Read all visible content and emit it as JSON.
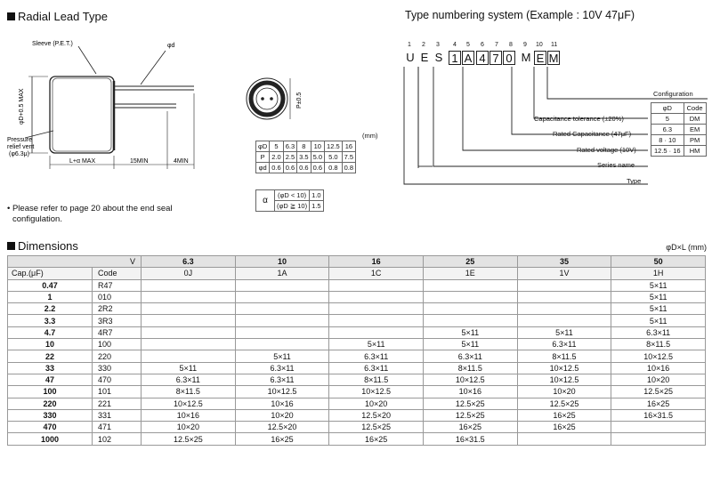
{
  "radial": {
    "title": "Radial Lead Type",
    "labels": {
      "sleeve": "Sleeve (P.E.T.)",
      "phid": "φd",
      "phiD": "φD+0.5 MAX",
      "pressure1": "Pressure",
      "pressure2": "relief vent",
      "pressure3": "(φ6.3μ)",
      "L": "L+α MAX",
      "lead15": "15MIN",
      "lead4": "4MIN",
      "pitchP": "P±0.5"
    },
    "note_line1": "• Please refer to page 20 about the end seal",
    "note_line2": "configulation."
  },
  "lead_spec": {
    "unit": "(mm)",
    "rows": [
      {
        "head": "φD",
        "cells": [
          "5",
          "6.3",
          "8",
          "10",
          "12.5",
          "16"
        ]
      },
      {
        "head": "P",
        "cells": [
          "2.0",
          "2.5",
          "3.5",
          "5.0",
          "5.0",
          "7.5"
        ]
      },
      {
        "head": "φd",
        "cells": [
          "0.6",
          "0.6",
          "0.6",
          "0.6",
          "0.8",
          "0.8"
        ]
      }
    ]
  },
  "alpha_spec": {
    "symbol": "α",
    "rows": [
      {
        "cond": "(φD < 10)",
        "value": "1.0"
      },
      {
        "cond": "(φD ≧ 10)",
        "value": "1.5"
      }
    ]
  },
  "type_numbering": {
    "title": "Type numbering system  (Example : 10V 47μF)",
    "digits": [
      "1",
      "2",
      "3",
      "4",
      "5",
      "6",
      "7",
      "8",
      "9",
      "10",
      "11"
    ],
    "chars": [
      "U",
      "E",
      "S",
      "1",
      "A",
      "4",
      "7",
      "0",
      "M",
      "E",
      "M"
    ],
    "labels": {
      "configuration": "Configuration",
      "tolerance": "Capacitance tolerance (±20%)",
      "rated_cap": "Rated Capacitance (47μF)",
      "rated_volt": "Rated voltage (10V)",
      "series": "Series name",
      "type": "Type"
    },
    "config_table": {
      "headers": [
        "φD",
        "Code"
      ],
      "rows": [
        [
          "5",
          "DM"
        ],
        [
          "6.3",
          "EM"
        ],
        [
          "8 · 10",
          "PM"
        ],
        [
          "12.5 · 16",
          "HM"
        ]
      ]
    }
  },
  "dimensions": {
    "title": "Dimensions",
    "unit": "φD×L (mm)",
    "corner_v": "V",
    "corner_cap": "Cap.(μF)",
    "corner_code": "Code",
    "voltages": [
      "6.3",
      "10",
      "16",
      "25",
      "35",
      "50"
    ],
    "volt_codes": [
      "0J",
      "1A",
      "1C",
      "1E",
      "1V",
      "1H"
    ],
    "rows": [
      {
        "cap": "0.47",
        "code": "R47",
        "cells": [
          "",
          "",
          "",
          "",
          "",
          "5×11"
        ]
      },
      {
        "cap": "1",
        "code": "010",
        "cells": [
          "",
          "",
          "",
          "",
          "",
          "5×11"
        ]
      },
      {
        "cap": "2.2",
        "code": "2R2",
        "cells": [
          "",
          "",
          "",
          "",
          "",
          "5×11"
        ]
      },
      {
        "cap": "3.3",
        "code": "3R3",
        "cells": [
          "",
          "",
          "",
          "",
          "",
          "5×11"
        ]
      },
      {
        "cap": "4.7",
        "code": "4R7",
        "cells": [
          "",
          "",
          "",
          "5×11",
          "5×11",
          "6.3×11"
        ]
      },
      {
        "cap": "10",
        "code": "100",
        "cells": [
          "",
          "",
          "5×11",
          "5×11",
          "6.3×11",
          "8×11.5"
        ]
      },
      {
        "cap": "22",
        "code": "220",
        "cells": [
          "",
          "5×11",
          "6.3×11",
          "6.3×11",
          "8×11.5",
          "10×12.5"
        ]
      },
      {
        "cap": "33",
        "code": "330",
        "cells": [
          "5×11",
          "6.3×11",
          "6.3×11",
          "8×11.5",
          "10×12.5",
          "10×16"
        ]
      },
      {
        "cap": "47",
        "code": "470",
        "cells": [
          "6.3×11",
          "6.3×11",
          "8×11.5",
          "10×12.5",
          "10×12.5",
          "10×20"
        ]
      },
      {
        "cap": "100",
        "code": "101",
        "cells": [
          "8×11.5",
          "10×12.5",
          "10×12.5",
          "10×16",
          "10×20",
          "12.5×25"
        ]
      },
      {
        "cap": "220",
        "code": "221",
        "cells": [
          "10×12.5",
          "10×16",
          "10×20",
          "12.5×25",
          "12.5×25",
          "16×25"
        ]
      },
      {
        "cap": "330",
        "code": "331",
        "cells": [
          "10×16",
          "10×20",
          "12.5×20",
          "12.5×25",
          "16×25",
          "16×31.5"
        ]
      },
      {
        "cap": "470",
        "code": "471",
        "cells": [
          "10×20",
          "12.5×20",
          "12.5×25",
          "16×25",
          "16×25",
          ""
        ]
      },
      {
        "cap": "1000",
        "code": "102",
        "cells": [
          "12.5×25",
          "16×25",
          "16×25",
          "16×31.5",
          "",
          ""
        ]
      }
    ]
  }
}
